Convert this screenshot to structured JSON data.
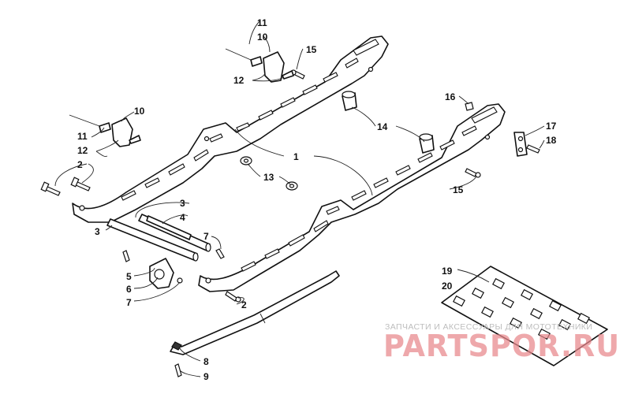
{
  "callouts": {
    "c1": "1",
    "c2a": "2",
    "c2b": "2",
    "c3a": "3",
    "c3b": "3",
    "c4": "4",
    "c5": "5",
    "c6": "6",
    "c7a": "7",
    "c7b": "7",
    "c8": "8",
    "c9": "9",
    "c10a": "10",
    "c10b": "10",
    "c11a": "11",
    "c11b": "11",
    "c12a": "12",
    "c12b": "12",
    "c13": "13",
    "c14": "14",
    "c15a": "15",
    "c15b": "15",
    "c16": "16",
    "c17": "17",
    "c18": "18",
    "c19": "19",
    "c20": "20"
  },
  "watermark": {
    "caption": "ЗАПЧАСТИ И АКСЕССУАРЫ ДЛЯ МОТОТЕХНИКИ",
    "brand": "PARTSPOR.RU"
  },
  "colors": {
    "line": "#111111",
    "watermark_brand": "#e8868a",
    "watermark_caption": "#bdbdbd"
  }
}
